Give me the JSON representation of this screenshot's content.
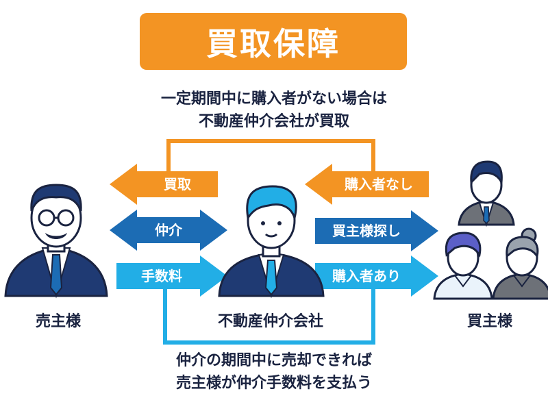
{
  "title": "買取保障",
  "note_top": [
    "一定期間中に購入者がない場合は",
    "不動産仲介会社が買取"
  ],
  "note_bottom": [
    "仲介の期間中に売却できれば",
    "売主様が仲介手数料を支払う"
  ],
  "actors": {
    "seller": "売主様",
    "agent": "不動産仲介会社",
    "buyer": "買主様"
  },
  "arrows": {
    "kaitori": "買取",
    "chukai": "仲介",
    "tesuryo": "手数料",
    "nashi": "購入者なし",
    "sagashi": "買主様探し",
    "ari": "購入者あり"
  },
  "colors": {
    "orange": "#F39423",
    "dark_blue": "#1C6CB4",
    "light_blue": "#22AEE6",
    "navy": "#1F3A73",
    "text": "#1A2340"
  }
}
